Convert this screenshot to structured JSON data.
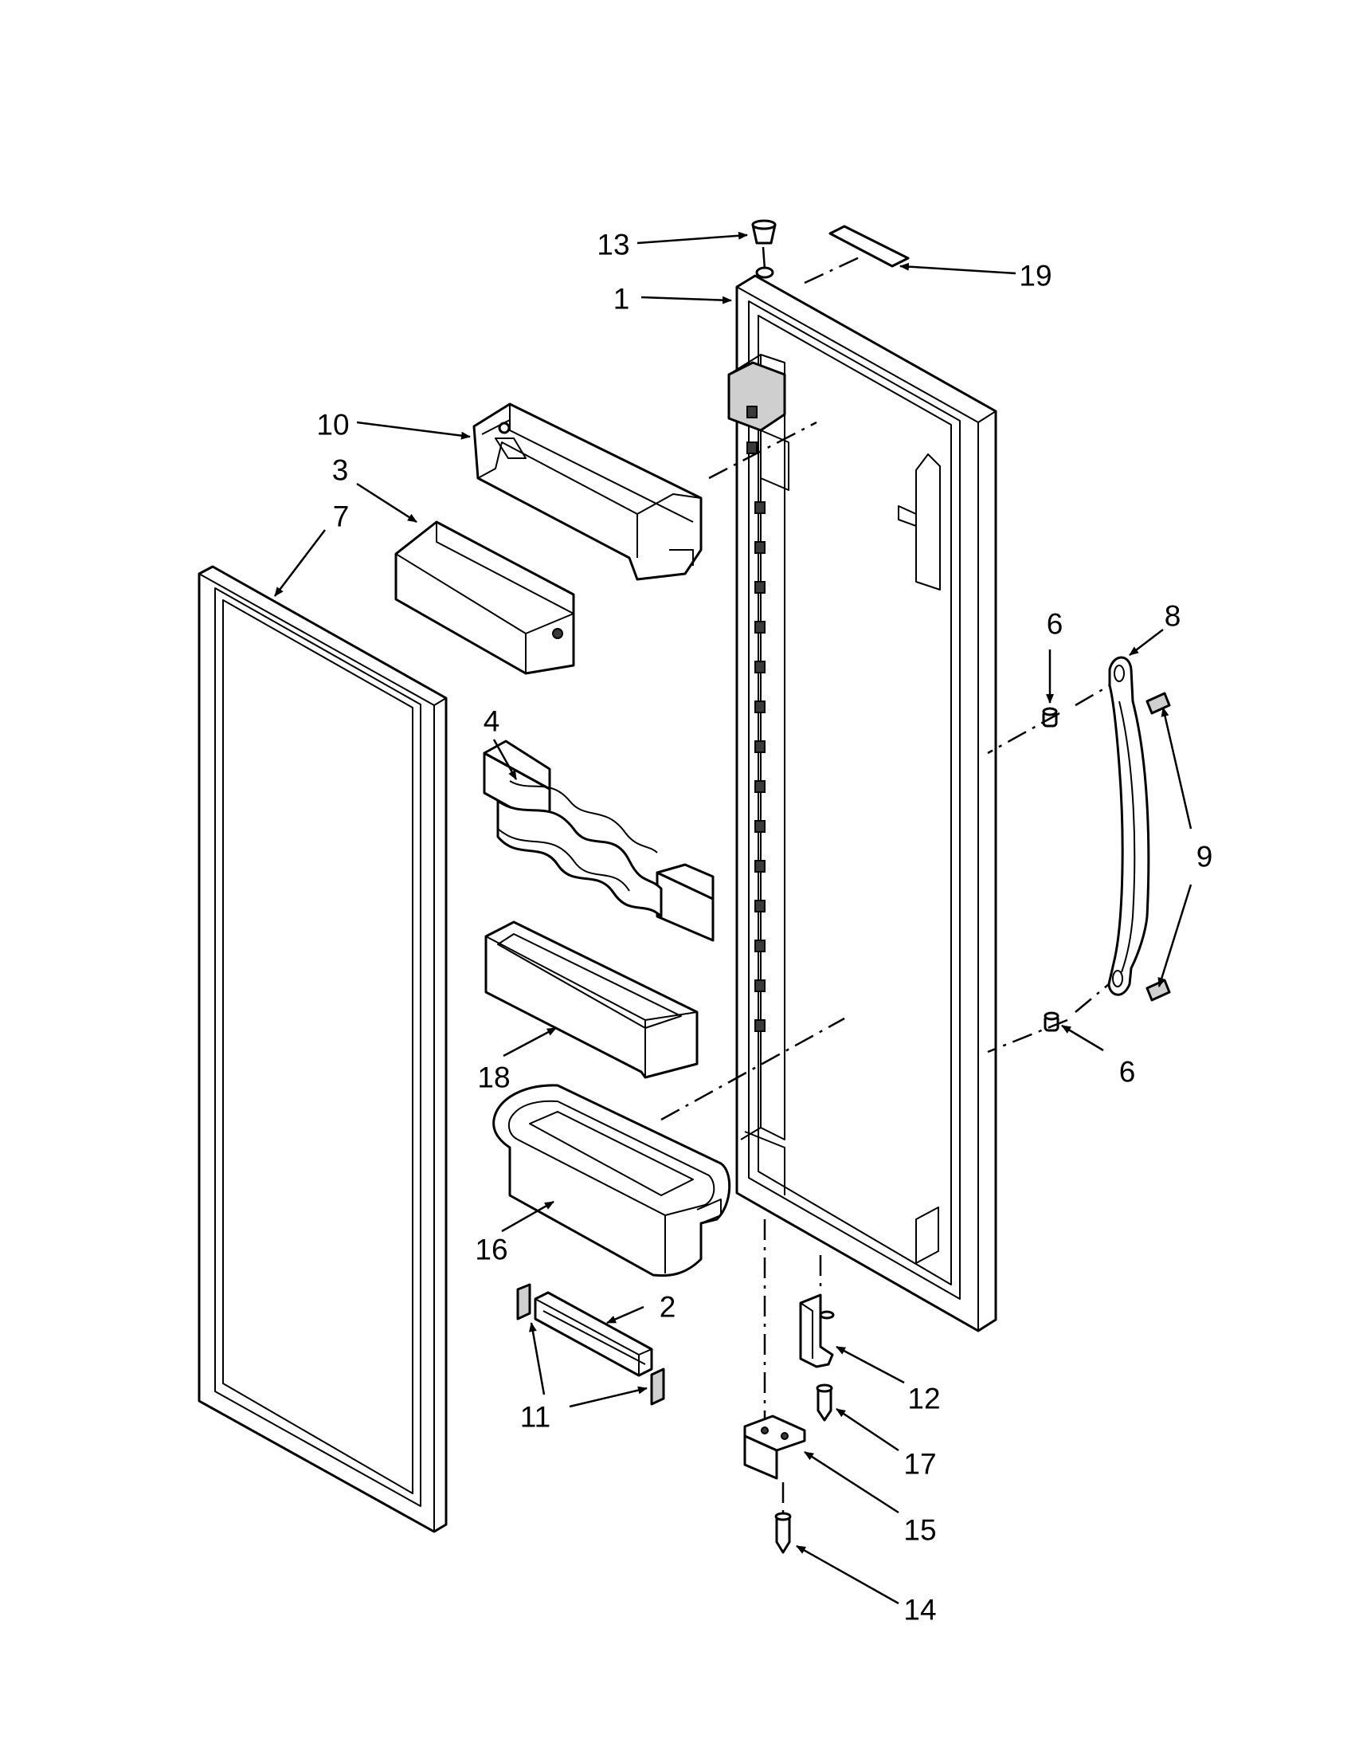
{
  "callouts": [
    {
      "id": "c13",
      "text": "13"
    },
    {
      "id": "c19",
      "text": "19"
    },
    {
      "id": "c1",
      "text": "1"
    },
    {
      "id": "c10",
      "text": "10"
    },
    {
      "id": "c3",
      "text": "3"
    },
    {
      "id": "c7",
      "text": "7"
    },
    {
      "id": "c6a",
      "text": "6"
    },
    {
      "id": "c8",
      "text": "8"
    },
    {
      "id": "c4",
      "text": "4"
    },
    {
      "id": "c9",
      "text": "9"
    },
    {
      "id": "c18",
      "text": "18"
    },
    {
      "id": "c6b",
      "text": "6"
    },
    {
      "id": "c16",
      "text": "16"
    },
    {
      "id": "c2",
      "text": "2"
    },
    {
      "id": "c12",
      "text": "12"
    },
    {
      "id": "c11",
      "text": "11"
    },
    {
      "id": "c17",
      "text": "17"
    },
    {
      "id": "c15",
      "text": "15"
    },
    {
      "id": "c14",
      "text": "14"
    }
  ]
}
